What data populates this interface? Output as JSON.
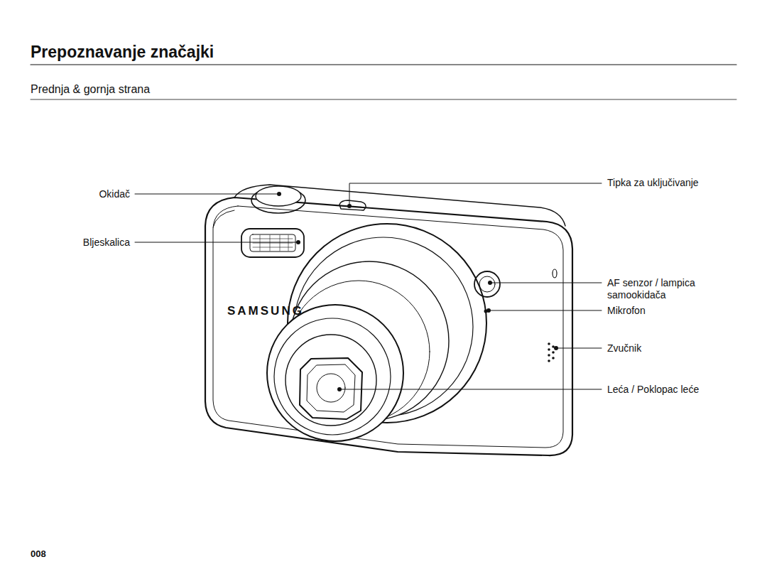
{
  "diagram": {
    "title": "Prepoznavanje značajki",
    "labels": [
      "Prednja & gornja strana",
      "Okidač",
      "Tipka za uključivanje",
      "Bljeskalica",
      "SAMSUNG",
      "AF senzor / lampica samookidača",
      "Mikrofon",
      "Zvučnik",
      "Leća / Poklopac leće",
      "008"
    ]
  }
}
